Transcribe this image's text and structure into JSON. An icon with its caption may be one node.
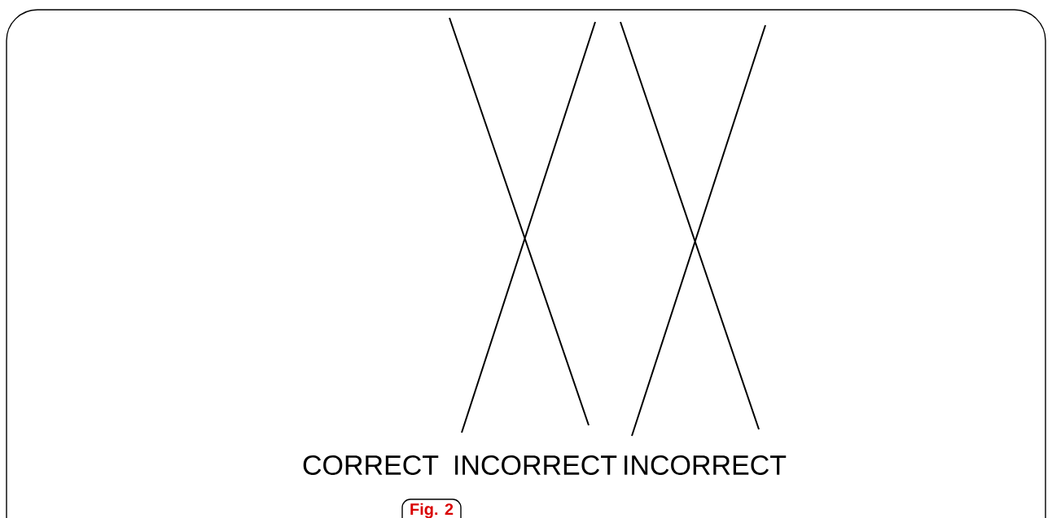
{
  "diagram": {
    "caption": "Fig. 2",
    "labels": [
      "CORRECT",
      "INCORRECT",
      "INCORRECT"
    ]
  }
}
